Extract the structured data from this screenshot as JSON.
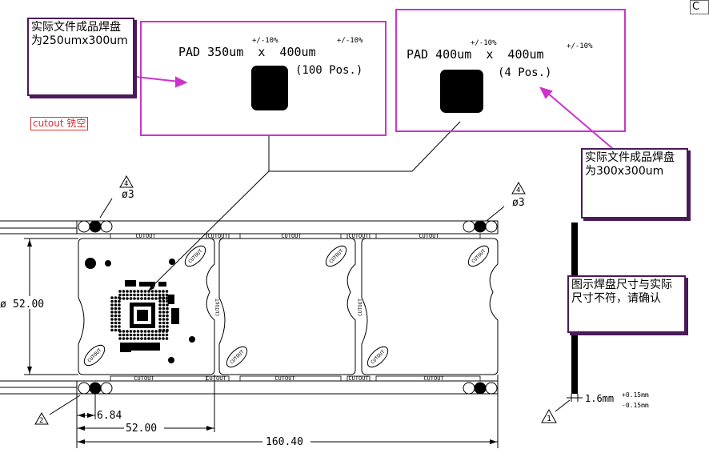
{
  "notes": {
    "note1": "实际文件成品焊盘为250umx300um",
    "note2": "实际文件成品焊盘为300x300um",
    "note3": "图示焊盘尺寸与实际尺寸不符，请确认",
    "cutout_tag": "cutout 铣空",
    "corner_char": "C"
  },
  "pad1": {
    "label": "PAD 350um  x  400um",
    "tol_a": "+/-10%",
    "tol_b": "+/-10%",
    "count": "(100 Pos.)"
  },
  "pad2": {
    "label": "PAD 400um  x  400um",
    "tol_a": "+/-10%",
    "tol_b": "+/-10%",
    "count": "(4 Pos.)"
  },
  "markers": {
    "m4_left": "4",
    "m4_right": "4",
    "dia_left": "ø3",
    "dia_right": "ø3",
    "m2": "2",
    "m1": "1"
  },
  "dimensions": {
    "height": "52.00",
    "height_prefix": "ø",
    "offset": "6.84",
    "pitch": "52.00",
    "total": "160.40",
    "thickness": "1.6mm",
    "thick_tol_plus": "+0.15mm",
    "thick_tol_minus": "-0.15mm"
  },
  "cutout_label": "CUTOUT",
  "colors": {
    "magenta": "#cc33cc",
    "note_border": "#4a1a5a",
    "red": "#e03030"
  }
}
